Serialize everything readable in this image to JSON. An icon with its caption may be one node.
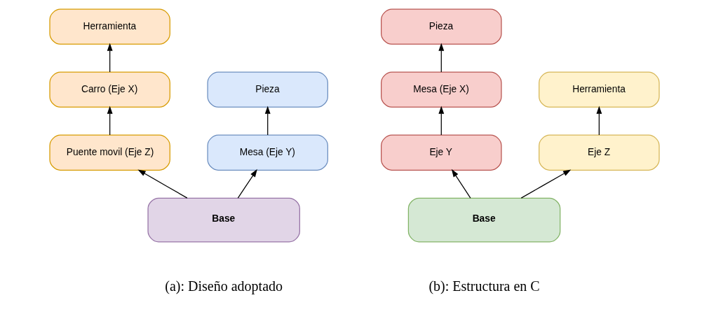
{
  "diagram": {
    "nodes": [
      {
        "text": [
          "Herramienta"
        ]
      },
      {
        "text": [
          "Carro (Eje X)"
        ]
      },
      {
        "text": [
          "Puente movil (Eje Z)"
        ]
      },
      {
        "text": [
          "Pieza"
        ]
      },
      {
        "text": [
          "Mesa (Eje Y)"
        ]
      },
      {
        "text": [
          "Base"
        ]
      },
      {
        "text": [
          "Pieza"
        ]
      },
      {
        "text": [
          "Mesa (Eje X)"
        ]
      },
      {
        "text": [
          "Eje Y"
        ]
      },
      {
        "text": [
          "Herramienta"
        ]
      },
      {
        "text": [
          "Eje Z"
        ]
      },
      {
        "text": [
          "Base"
        ]
      }
    ],
    "edges": [
      {
        "from": 5,
        "to": 2,
        "arrow": "to"
      },
      {
        "from": 2,
        "to": 1,
        "arrow": "to"
      },
      {
        "from": 1,
        "to": 0,
        "arrow": "to"
      },
      {
        "from": 5,
        "to": 4,
        "arrow": "to"
      },
      {
        "from": 4,
        "to": 3,
        "arrow": "to"
      },
      {
        "from": 11,
        "to": 8,
        "arrow": "to"
      },
      {
        "from": 8,
        "to": 7,
        "arrow": "to"
      },
      {
        "from": 7,
        "to": 6,
        "arrow": "to"
      },
      {
        "from": 11,
        "to": 10,
        "arrow": "to"
      },
      {
        "from": 10,
        "to": 9,
        "arrow": "to"
      }
    ],
    "labels": [
      "(a): Diseño adoptado",
      "(b): Estructura en C"
    ]
  }
}
